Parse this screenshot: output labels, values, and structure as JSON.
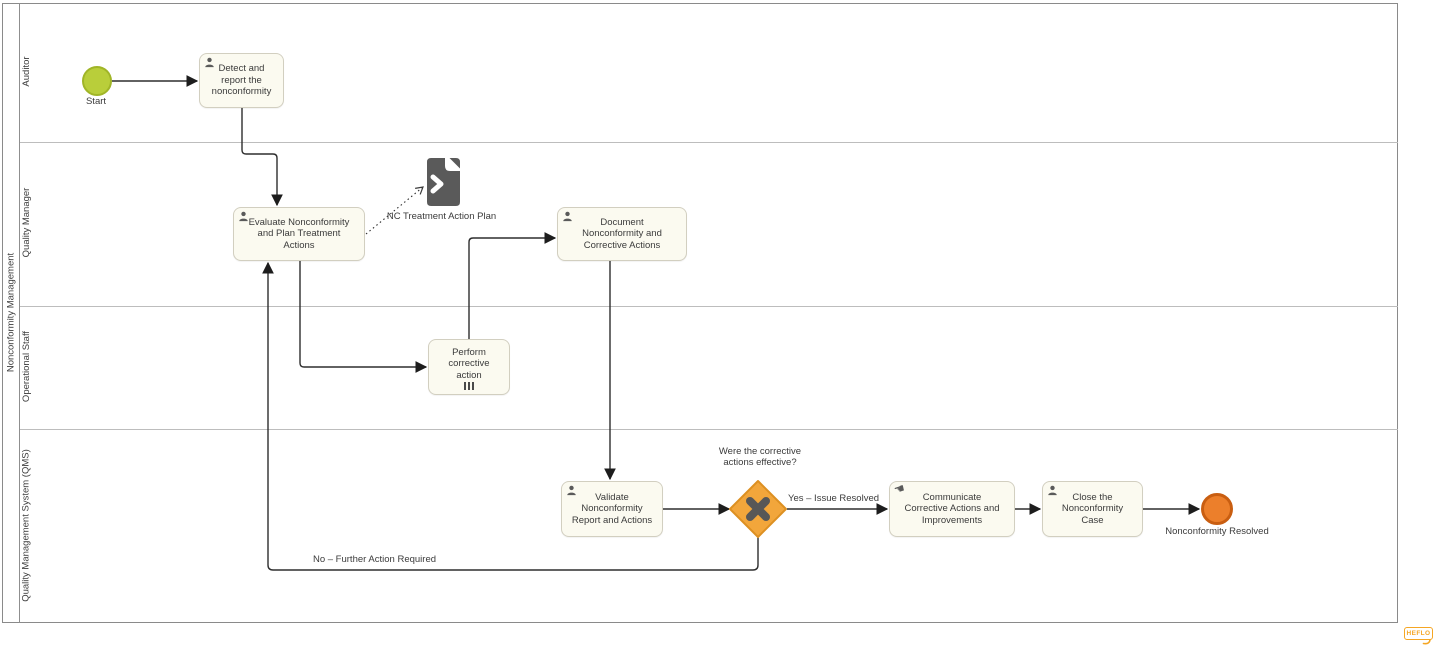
{
  "pool": {
    "label": "Nonconformity Management"
  },
  "lanes": [
    {
      "label": "Auditor"
    },
    {
      "label": "Quality Manager"
    },
    {
      "label": "Operational Staff"
    },
    {
      "label": "Quality Management System (QMS)"
    }
  ],
  "events": {
    "start": {
      "label": "Start"
    },
    "end": {
      "label": "Nonconformity Resolved"
    }
  },
  "tasks": {
    "detect": {
      "label": "Detect and\nreport the\nnonconformity"
    },
    "evaluate": {
      "label": "Evaluate Nonconformity\nand Plan Treatment\nActions"
    },
    "document_nc": {
      "label": "Document\nNonconformity and\nCorrective Actions"
    },
    "perform": {
      "label": "Perform\ncorrective\naction"
    },
    "validate": {
      "label": "Validate\nNonconformity\nReport and Actions"
    },
    "communicate": {
      "label": "Communicate\nCorrective Actions and\nImprovements"
    },
    "close_case": {
      "label": "Close the\nNonconformity\nCase"
    }
  },
  "artifacts": {
    "nc_plan": {
      "label": "NC Treatment Action Plan"
    }
  },
  "gateway": {
    "question": "Were the corrective\nactions effective?",
    "yes_label": "Yes – Issue Resolved",
    "no_label": "No – Further Action Required"
  },
  "branding": {
    "logo_text": "HEFLO"
  },
  "icons": {
    "hand_glyph": "☚"
  },
  "colors": {
    "start_fill": "#b9ce3a",
    "end_fill": "#ec7f2b",
    "gateway_fill": "#f2a63b",
    "gateway_marker": "#575757",
    "task_fill": "#fbfaf0",
    "icon_gray": "#5a5a5a",
    "brand_orange": "#f5a623"
  }
}
